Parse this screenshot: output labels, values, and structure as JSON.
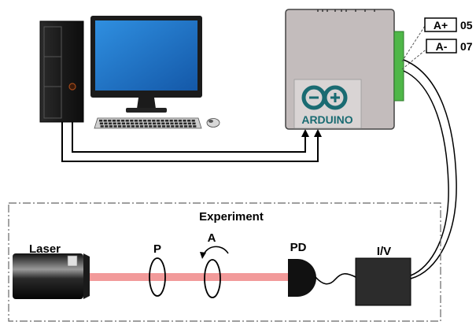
{
  "labels": {
    "a_plus": "A+",
    "a_plus_value": "05",
    "a_minus": "A-",
    "a_minus_value": "07",
    "arduino_logo_text": "ARDUINO",
    "experiment": "Experiment",
    "laser": "Laser",
    "polarizer": "P",
    "analyzer": "A",
    "photodiode": "PD",
    "iv_converter": "I/V"
  },
  "colors": {
    "board": "#c3bcbc",
    "connector": "#4fb748",
    "monitor_screen": "#1f77c8",
    "beam": "#f29a9a",
    "logo": "#1a6b72"
  }
}
